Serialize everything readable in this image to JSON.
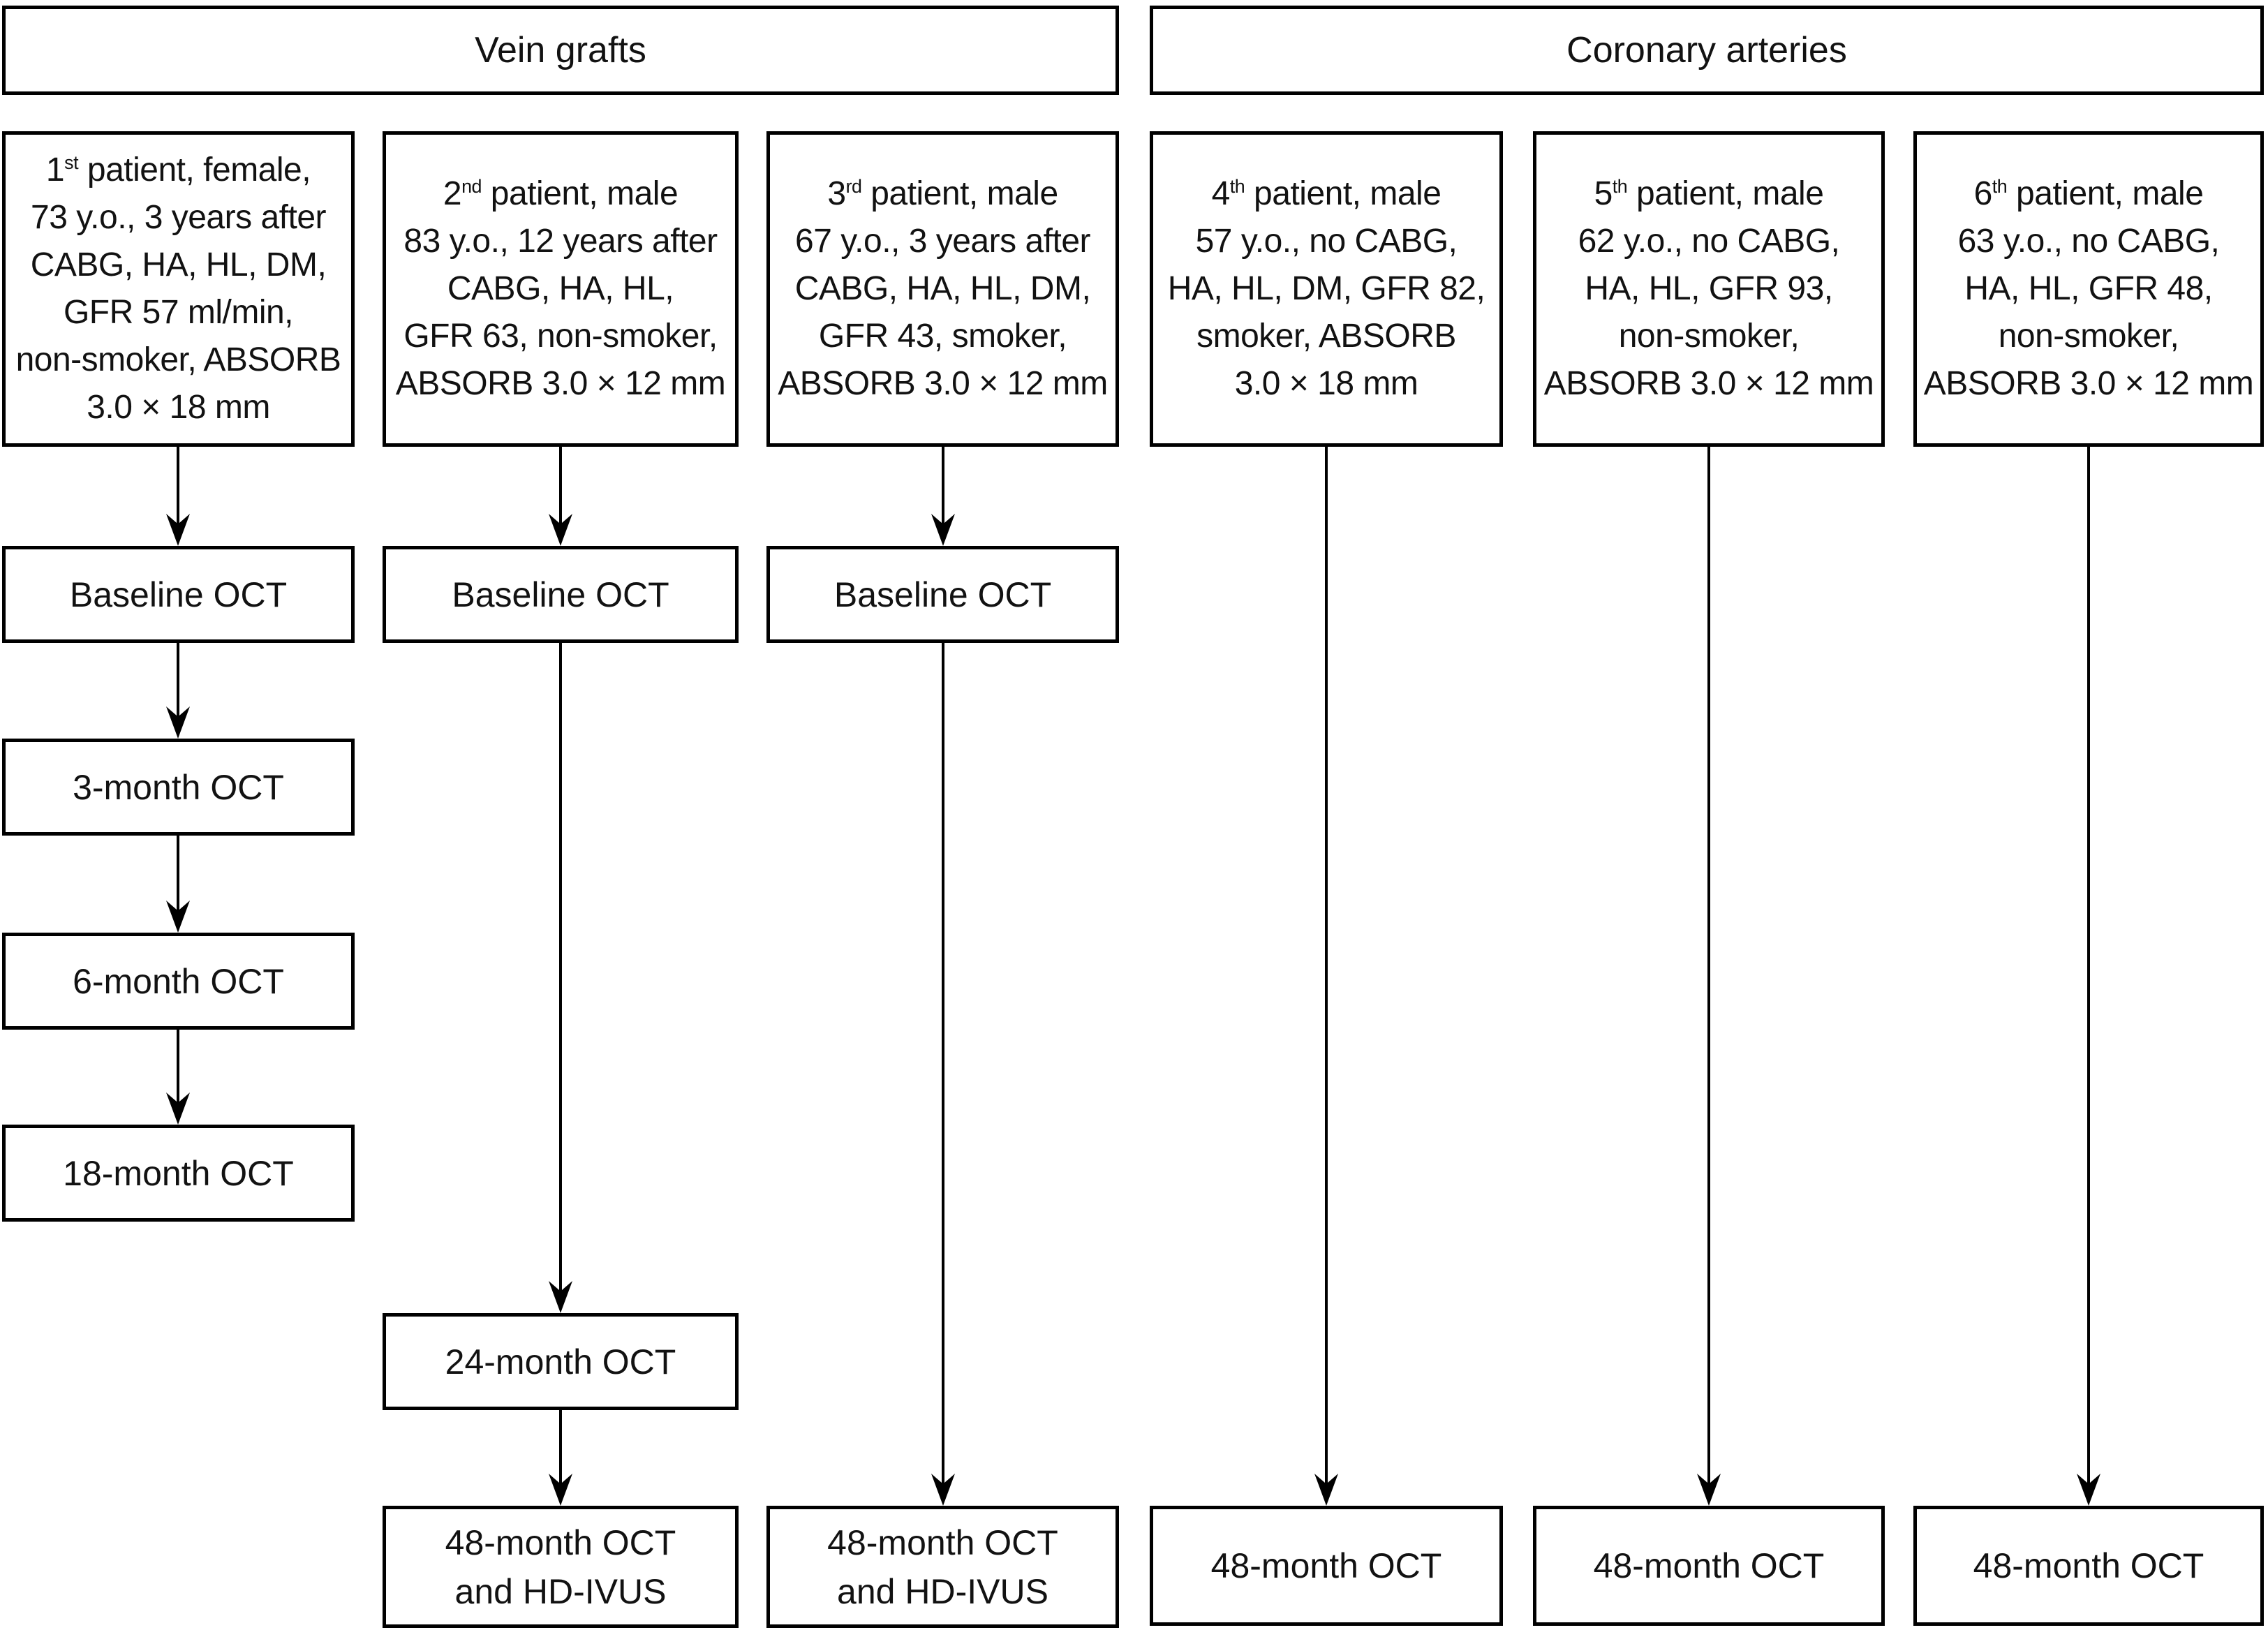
{
  "figure": {
    "group_headers": {
      "left": "Vein grafts",
      "right": "Coronary arteries"
    }
  },
  "columns": [
    {
      "patient": {
        "number": "1",
        "ordinal_suffix": "st",
        "first_line_rest": " patient, female,",
        "detail_lines": [
          "73 y.o., 3 years after",
          "CABG, HA, HL, DM,",
          "GFR 57 ml/min,",
          "non-smoker, ABSORB",
          "3.0 × 18 mm"
        ]
      },
      "timeline": {
        "baseline": "Baseline OCT",
        "month3": "3-month OCT",
        "month6": "6-month OCT",
        "month18": "18-month OCT"
      }
    },
    {
      "patient": {
        "number": "2",
        "ordinal_suffix": "nd",
        "first_line_rest": " patient, male",
        "detail_lines": [
          "83 y.o., 12 years after",
          "CABG, HA, HL,",
          "GFR 63, non-smoker,",
          "ABSORB 3.0 × 12 mm"
        ]
      },
      "timeline": {
        "baseline": "Baseline OCT",
        "month24": "24-month OCT",
        "month48_line1": "48-month OCT",
        "month48_line2": "and HD-IVUS"
      }
    },
    {
      "patient": {
        "number": "3",
        "ordinal_suffix": "rd",
        "first_line_rest": " patient, male",
        "detail_lines": [
          "67 y.o., 3 years after",
          "CABG, HA, HL, DM,",
          "GFR 43, smoker,",
          "ABSORB 3.0 × 12 mm"
        ]
      },
      "timeline": {
        "baseline": "Baseline OCT",
        "month48_line1": "48-month OCT",
        "month48_line2": "and HD-IVUS"
      }
    },
    {
      "patient": {
        "number": "4",
        "ordinal_suffix": "th",
        "first_line_rest": " patient, male",
        "detail_lines": [
          "57 y.o., no CABG,",
          "HA, HL, DM, GFR 82,",
          "smoker, ABSORB",
          "3.0 × 18 mm"
        ]
      },
      "timeline": {
        "month48": "48-month OCT"
      }
    },
    {
      "patient": {
        "number": "5",
        "ordinal_suffix": "th",
        "first_line_rest": " patient, male",
        "detail_lines": [
          "62 y.o., no CABG,",
          "HA, HL, GFR 93,",
          "non-smoker,",
          "ABSORB 3.0 × 12 mm"
        ]
      },
      "timeline": {
        "month48": "48-month OCT"
      }
    },
    {
      "patient": {
        "number": "6",
        "ordinal_suffix": "th",
        "first_line_rest": " patient, male",
        "detail_lines": [
          "63 y.o., no CABG,",
          "HA, HL, GFR 48,",
          "non-smoker,",
          "ABSORB 3.0 × 12 mm"
        ]
      },
      "timeline": {
        "month48": "48-month OCT"
      }
    }
  ]
}
